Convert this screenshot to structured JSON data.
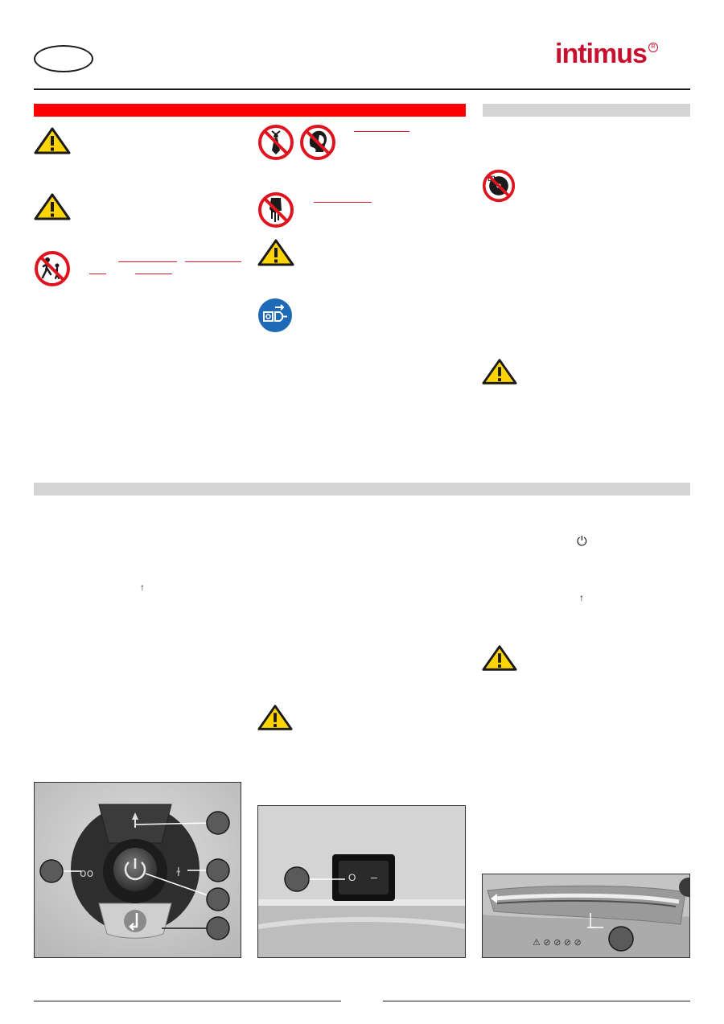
{
  "header": {
    "brand": "intimus",
    "registered_mark": "R"
  },
  "sections": {
    "safety_bar_color": "#ff0000",
    "info_bar_color": "#d4d4d4",
    "operation_bar_color": "#d4d4d4"
  },
  "icons": {
    "warning": "warning-triangle-icon",
    "no_children": "no-children-icon",
    "no_tie": "no-tie-icon",
    "no_long_hair": "no-long-hair-icon",
    "no_hand": "no-hand-icon",
    "unplug": "unplug-mandatory-icon",
    "no_cd": "no-cd-icon",
    "power": "power-symbol-icon",
    "forward_arrow": "forward-arrow-icon"
  },
  "colors": {
    "brand_red": "#c8102e",
    "warning_yellow": "#ffd400",
    "prohibition_red": "#e0141e",
    "mandatory_blue": "#1e6ab4"
  },
  "control_panel": {
    "power_symbol": "⏻",
    "forward_symbol": "↑",
    "reverse_symbol": "↲"
  },
  "rocker_switch": {
    "off_mark": "O",
    "on_mark": "–"
  },
  "inline_symbols": {
    "power": "⏻",
    "arrow": "↑"
  }
}
